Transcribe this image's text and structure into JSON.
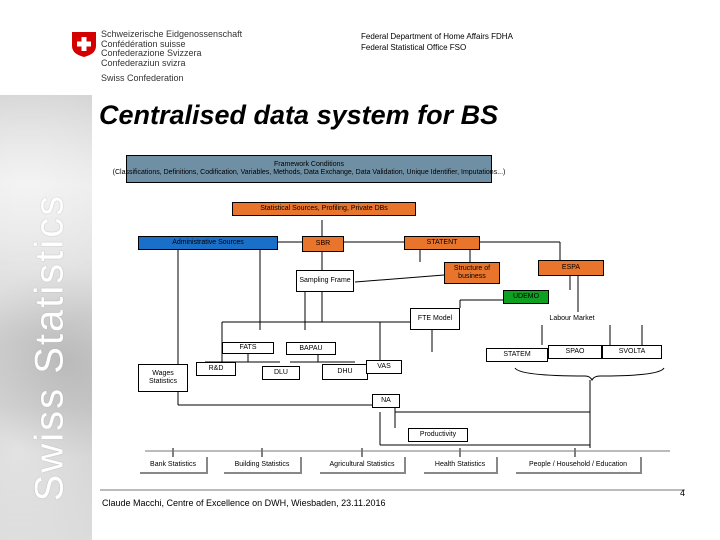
{
  "header": {
    "confederation_lines": [
      "Schweizerische Eidgenossenschaft",
      "Confédération suisse",
      "Confederazione Svizzera",
      "Confederaziun svizra"
    ],
    "confederation_en": "Swiss Confederation",
    "department_line1": "Federal Department of Home Affairs FDHA",
    "department_line2": "Federal Statistical Office FSO"
  },
  "sidebar": {
    "label": "Swiss Statistics"
  },
  "title": "Centralised data system for BS",
  "diagram": {
    "framework_title": "Framework Conditions",
    "framework_detail": "(Classifications, Definitions, Codification, Variables, Methods, Data Exchange, Data Validation, Unique Identifier, Imputations...)",
    "stat_sources": "Statistical Sources, Profiling, Private DBs",
    "admin_sources": "Administrative Sources",
    "sbr": "SBR",
    "statent": "STATENT",
    "structure_business": "Structure of business",
    "espa": "ESPA",
    "sampling_frame": "Sampling Frame",
    "udemo": "UDEMO",
    "fte_model": "FTE Model",
    "labour_market": "Labour Market",
    "fats": "FATS",
    "bapau": "BAPAU",
    "statem": "STATEM",
    "spao": "SPAO",
    "svolta": "SVOLTA",
    "wages_statistics": "Wages Statistics",
    "rd": "R&D",
    "dlu": "DLU",
    "dhu": "DHU",
    "vas": "VAS",
    "na": "NA",
    "productivity": "Productivity"
  },
  "bottom_row": [
    "Bank Statistics",
    "Building Statistics",
    "Agricultural Statistics",
    "Health Statistics",
    "People / Household / Education"
  ],
  "footer": {
    "text": "Claude Macchi, Centre of Excellence on DWH, Wiesbaden, 23.11.2016",
    "page": "4"
  }
}
